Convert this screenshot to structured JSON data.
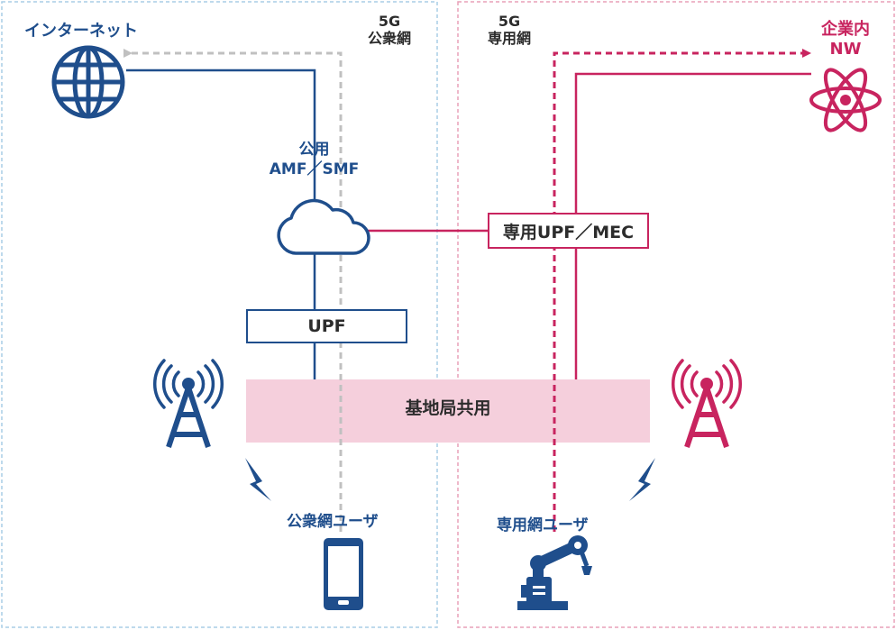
{
  "labels": {
    "internet": "インターネット",
    "public_5g_line1": "5G",
    "public_5g_line2": "公衆網",
    "private_5g_line1": "5G",
    "private_5g_line2": "専用網",
    "enterprise_line1": "企業内",
    "enterprise_line2": "NW",
    "public_amf_line1": "公用",
    "public_amf_line2": "AMF／SMF",
    "private_upf": "専用UPF／MEC",
    "upf": "UPF",
    "base_station_shared": "基地局共用",
    "public_user": "公衆網ユーザ",
    "private_user": "専用網ユーザ"
  },
  "colors": {
    "public_blue": "#1f4e8c",
    "private_pink": "#c8245f",
    "dashed_gray": "#c0c0c0",
    "shared_fill": "#f5cfdc",
    "public_border": "#a9cde6",
    "private_border": "#e8a0b8"
  },
  "icons": {
    "internet": "globe-icon",
    "enterprise": "atom-icon",
    "amf": "cloud-icon",
    "public_tower": "antenna-tower-icon",
    "private_tower": "antenna-tower-icon",
    "public_radio": "lightning-icon",
    "private_radio": "lightning-icon",
    "public_device": "smartphone-icon",
    "private_device": "robot-arm-icon"
  }
}
